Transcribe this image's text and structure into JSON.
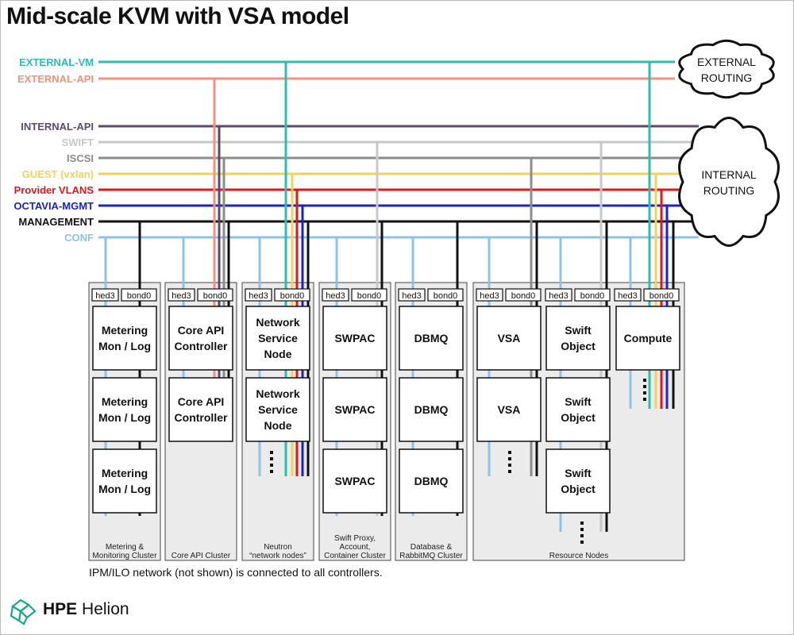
{
  "title": "Mid-scale KVM with VSA model",
  "networks": [
    {
      "label": "EXTERNAL-VM",
      "color": "#2bbfae"
    },
    {
      "label": "EXTERNAL-API",
      "color": "#f0937a"
    },
    {
      "label": "INTERNAL-API",
      "color": "#5b4a6b"
    },
    {
      "label": "SWIFT",
      "color": "#c8c8c8"
    },
    {
      "label": "ISCSI",
      "color": "#8c8c8c"
    },
    {
      "label": "GUEST (vxlan)",
      "color": "#f2d35a"
    },
    {
      "label": "Provider VLANS",
      "color": "#e3161b"
    },
    {
      "label": "OCTAVIA-MGMT",
      "color": "#1a23c8"
    },
    {
      "label": "MANAGEMENT",
      "color": "#111111"
    },
    {
      "label": "CONF",
      "color": "#8cc3e8"
    }
  ],
  "clouds": [
    {
      "lines": [
        "EXTERNAL",
        "ROUTING"
      ]
    },
    {
      "lines": [
        "INTERNAL",
        "ROUTING"
      ]
    }
  ],
  "port_labels": [
    "hed3",
    "bond0"
  ],
  "clusters": [
    {
      "label": [
        "Metering &",
        "Monitoring Cluster"
      ],
      "nodes": [
        [
          "Metering",
          "Mon / Log"
        ],
        [
          "Metering",
          "Mon / Log"
        ],
        [
          "Metering",
          "Mon / Log"
        ]
      ]
    },
    {
      "label": [
        "Core API Cluster"
      ],
      "nodes": [
        [
          "Core API",
          "Controller"
        ],
        [
          "Core API",
          "Controller"
        ]
      ]
    },
    {
      "label": [
        "Neutron",
        "“network nodes”"
      ],
      "nodes": [
        [
          "Network",
          "Service",
          "Node"
        ],
        [
          "Network",
          "Service",
          "Node"
        ]
      ]
    },
    {
      "label": [
        "Swift Proxy,",
        "Account,",
        "Container Cluster"
      ],
      "nodes": [
        [
          "SWPAC"
        ],
        [
          "SWPAC"
        ],
        [
          "SWPAC"
        ]
      ]
    },
    {
      "label": [
        "Database &",
        "RabbitMQ Cluster"
      ],
      "nodes": [
        [
          "DBMQ"
        ],
        [
          "DBMQ"
        ],
        [
          "DBMQ"
        ]
      ]
    },
    {
      "label": [
        "Resource Nodes"
      ],
      "nodes": [
        [
          "VSA"
        ],
        [
          "VSA"
        ],
        [
          "Swift",
          "Object"
        ],
        [
          "Swift",
          "Object"
        ],
        [
          "Swift",
          "Object"
        ],
        [
          "Compute"
        ]
      ]
    }
  ],
  "footnote": "IPM/ILO network (not shown) is connected to all controllers.",
  "logo": {
    "brand": "HPE",
    "product": "Helion",
    "color": "#1aa88a"
  }
}
